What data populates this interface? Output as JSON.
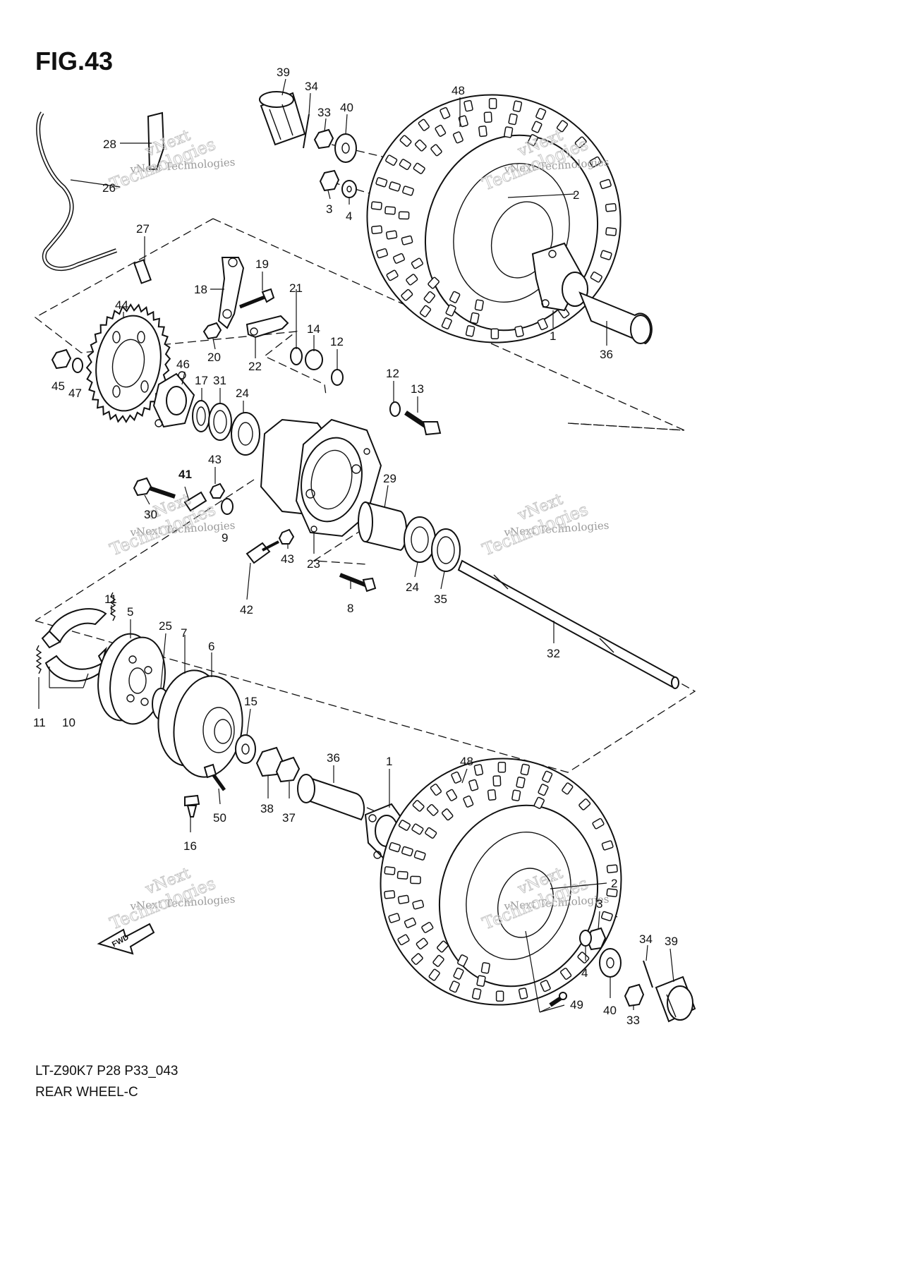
{
  "figure": {
    "title": "FIG.43",
    "footer_code": "LT-Z90K7 P28 P33_043",
    "footer_name": "REAR WHEEL-C"
  },
  "watermark": {
    "line1": "vNext Technologies",
    "line2": "vNext",
    "line3": "Technologies"
  },
  "direction_arrow": {
    "label": "FWD"
  },
  "callouts": {
    "c39a": "39",
    "c34a": "34",
    "c33a": "33",
    "c40a": "40",
    "c48a": "48",
    "c3a": "3",
    "c4a": "4",
    "c2a": "2",
    "c1a": "1",
    "c36a": "36",
    "c28": "28",
    "c26": "26",
    "c27": "27",
    "c18": "18",
    "c19": "19",
    "c21": "21",
    "c14": "14",
    "c12a": "12",
    "c20": "20",
    "c22": "22",
    "c44": "44",
    "c45": "45",
    "c47": "47",
    "c46": "46",
    "c17": "17",
    "c31": "31",
    "c24a": "24",
    "c12b": "12",
    "c13": "13",
    "c43a": "43",
    "c41": "41",
    "c30": "30",
    "c9": "9",
    "c29": "29",
    "c43b": "43",
    "c23": "23",
    "c42": "42",
    "c8": "8",
    "c24b": "24",
    "c35": "35",
    "c32": "32",
    "c11a": "11",
    "c5": "5",
    "c25": "25",
    "c7": "7",
    "c6": "6",
    "c15": "15",
    "c11b": "11",
    "c10": "10",
    "c36b": "36",
    "c1b": "1",
    "c48b": "48",
    "c38": "38",
    "c37": "37",
    "c50": "50",
    "c16": "16",
    "c2b": "2",
    "c3b": "3",
    "c34b": "34",
    "c39b": "39",
    "c4b": "4",
    "c40b": "40",
    "c33b": "33",
    "c49": "49"
  }
}
